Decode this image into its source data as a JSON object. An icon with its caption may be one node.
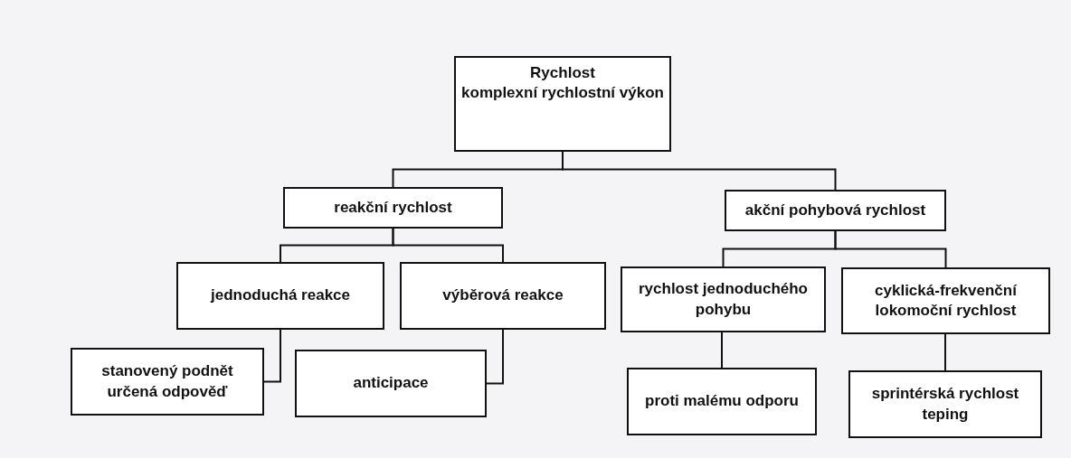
{
  "diagram": {
    "nodes": [
      {
        "text": [
          "Rychlost",
          "komplexní rychlostní výkon"
        ]
      },
      {
        "text": [
          "reakční rychlost"
        ]
      },
      {
        "text": [
          "akční pohybová rychlost"
        ]
      },
      {
        "text": [
          "jednoduchá reakce"
        ]
      },
      {
        "text": [
          "výběrová reakce"
        ]
      },
      {
        "text": [
          "rychlost jednoduchého pohybu"
        ]
      },
      {
        "text": [
          "cyklická-frekvenční lokomoční rychlost"
        ]
      },
      {
        "text": [
          "stanovený podnět určená odpověď"
        ]
      },
      {
        "text": [
          "anticipace"
        ]
      },
      {
        "text": [
          "proti malému odporu"
        ]
      },
      {
        "text": [
          "sprintérská rychlost teping"
        ]
      }
    ],
    "edges": [
      {
        "from": 0,
        "to": 1,
        "arrow": "none"
      },
      {
        "from": 0,
        "to": 2,
        "arrow": "none"
      },
      {
        "from": 1,
        "to": 3,
        "arrow": "none"
      },
      {
        "from": 1,
        "to": 4,
        "arrow": "none"
      },
      {
        "from": 2,
        "to": 5,
        "arrow": "none"
      },
      {
        "from": 2,
        "to": 6,
        "arrow": "none"
      },
      {
        "from": 3,
        "to": 7,
        "arrow": "none"
      },
      {
        "from": 4,
        "to": 8,
        "arrow": "none"
      },
      {
        "from": 5,
        "to": 9,
        "arrow": "none"
      },
      {
        "from": 6,
        "to": 10,
        "arrow": "none"
      }
    ]
  }
}
